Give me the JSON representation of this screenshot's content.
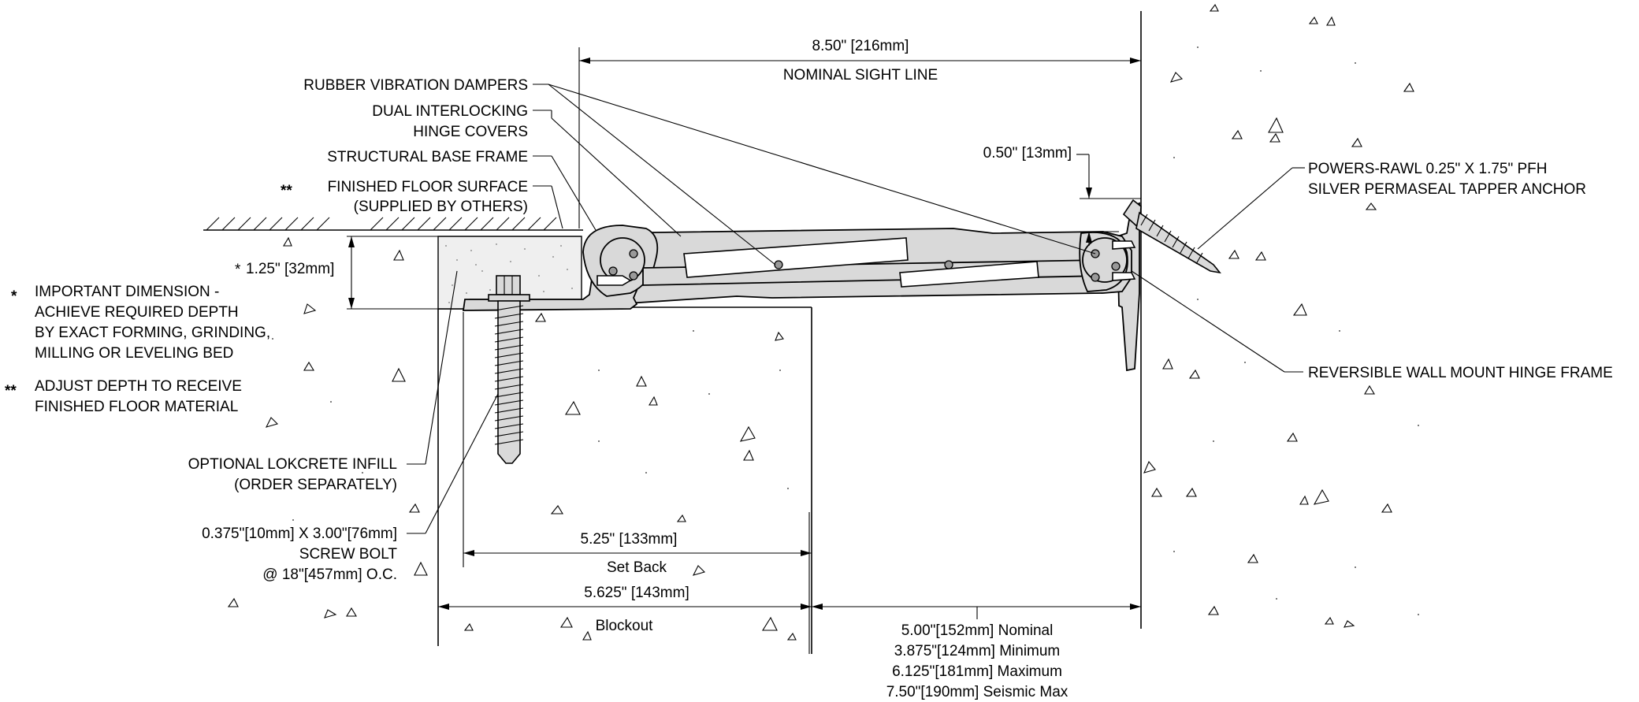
{
  "labels": {
    "rubber_vibration_dampers": "RUBBER VIBRATION DAMPERS",
    "dual_interlocking_1": "DUAL INTERLOCKING",
    "dual_interlocking_2": "HINGE COVERS",
    "structural_base_frame": "STRUCTURAL BASE FRAME",
    "finished_floor_marker": "**",
    "finished_floor_1": "FINISHED FLOOR SURFACE",
    "finished_floor_2": "(SUPPLIED BY OTHERS)",
    "important_marker": "*",
    "important_1": "IMPORTANT DIMENSION -",
    "important_2": "ACHIEVE REQUIRED DEPTH",
    "important_3": "BY EXACT FORMING, GRINDING,",
    "important_4": "MILLING OR LEVELING BED",
    "adjust_marker": "**",
    "adjust_1": "ADJUST DEPTH TO RECEIVE",
    "adjust_2": "FINISHED FLOOR MATERIAL",
    "lokcrete_1": "OPTIONAL LOKCRETE INFILL",
    "lokcrete_2": "(ORDER SEPARATELY)",
    "screw_1": "0.375\"[10mm] X 3.00\"[76mm]",
    "screw_2": "SCREW BOLT",
    "screw_3": "@ 18\"[457mm] O.C.",
    "anchor_1": "POWERS-RAWL 0.25\" X 1.75\" PFH",
    "anchor_2": "SILVER PERMASEAL TAPPER ANCHOR",
    "wall_hinge": "REVERSIBLE WALL MOUNT HINGE FRAME"
  },
  "dimensions": {
    "sight_line_value": "8.50\" [216mm]",
    "sight_line_label": "NOMINAL SIGHT LINE",
    "gap_value": "0.50\" [13mm]",
    "depth_marker": "*",
    "depth_value": "1.25\" [32mm]",
    "setback_value": "5.25\" [133mm]",
    "setback_label": "Set Back",
    "blockout_value": "5.625\" [143mm]",
    "blockout_label": "Blockout",
    "joint_nominal": "5.00\"[152mm] Nominal",
    "joint_minimum": "3.875\"[124mm] Minimum",
    "joint_maximum": "6.125\"[181mm] Maximum",
    "joint_seismic": "7.50\"[190mm] Seismic Max"
  }
}
